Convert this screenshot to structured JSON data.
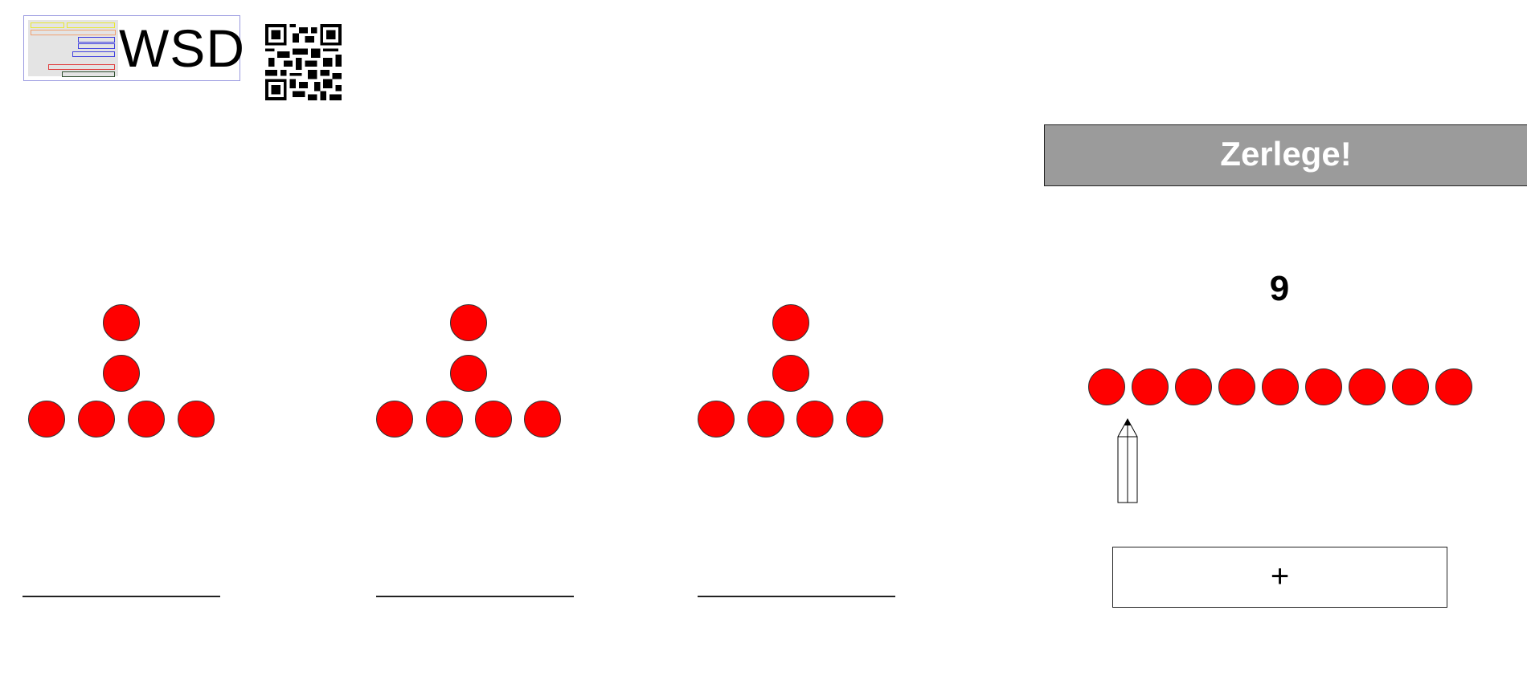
{
  "logo": {
    "text": "WSD"
  },
  "header": {
    "title": "Zerlege!"
  },
  "task": {
    "number": "9",
    "dot_count": 9,
    "operator_label": "+"
  },
  "groups": [
    {
      "top_dots": 2,
      "bottom_dots": 4,
      "answer": ""
    },
    {
      "top_dots": 2,
      "bottom_dots": 4,
      "answer": ""
    },
    {
      "top_dots": 2,
      "bottom_dots": 4,
      "answer": ""
    }
  ],
  "colors": {
    "dot": "#ff0000",
    "header_bg": "#9b9b9b",
    "header_text": "#ffffff"
  }
}
